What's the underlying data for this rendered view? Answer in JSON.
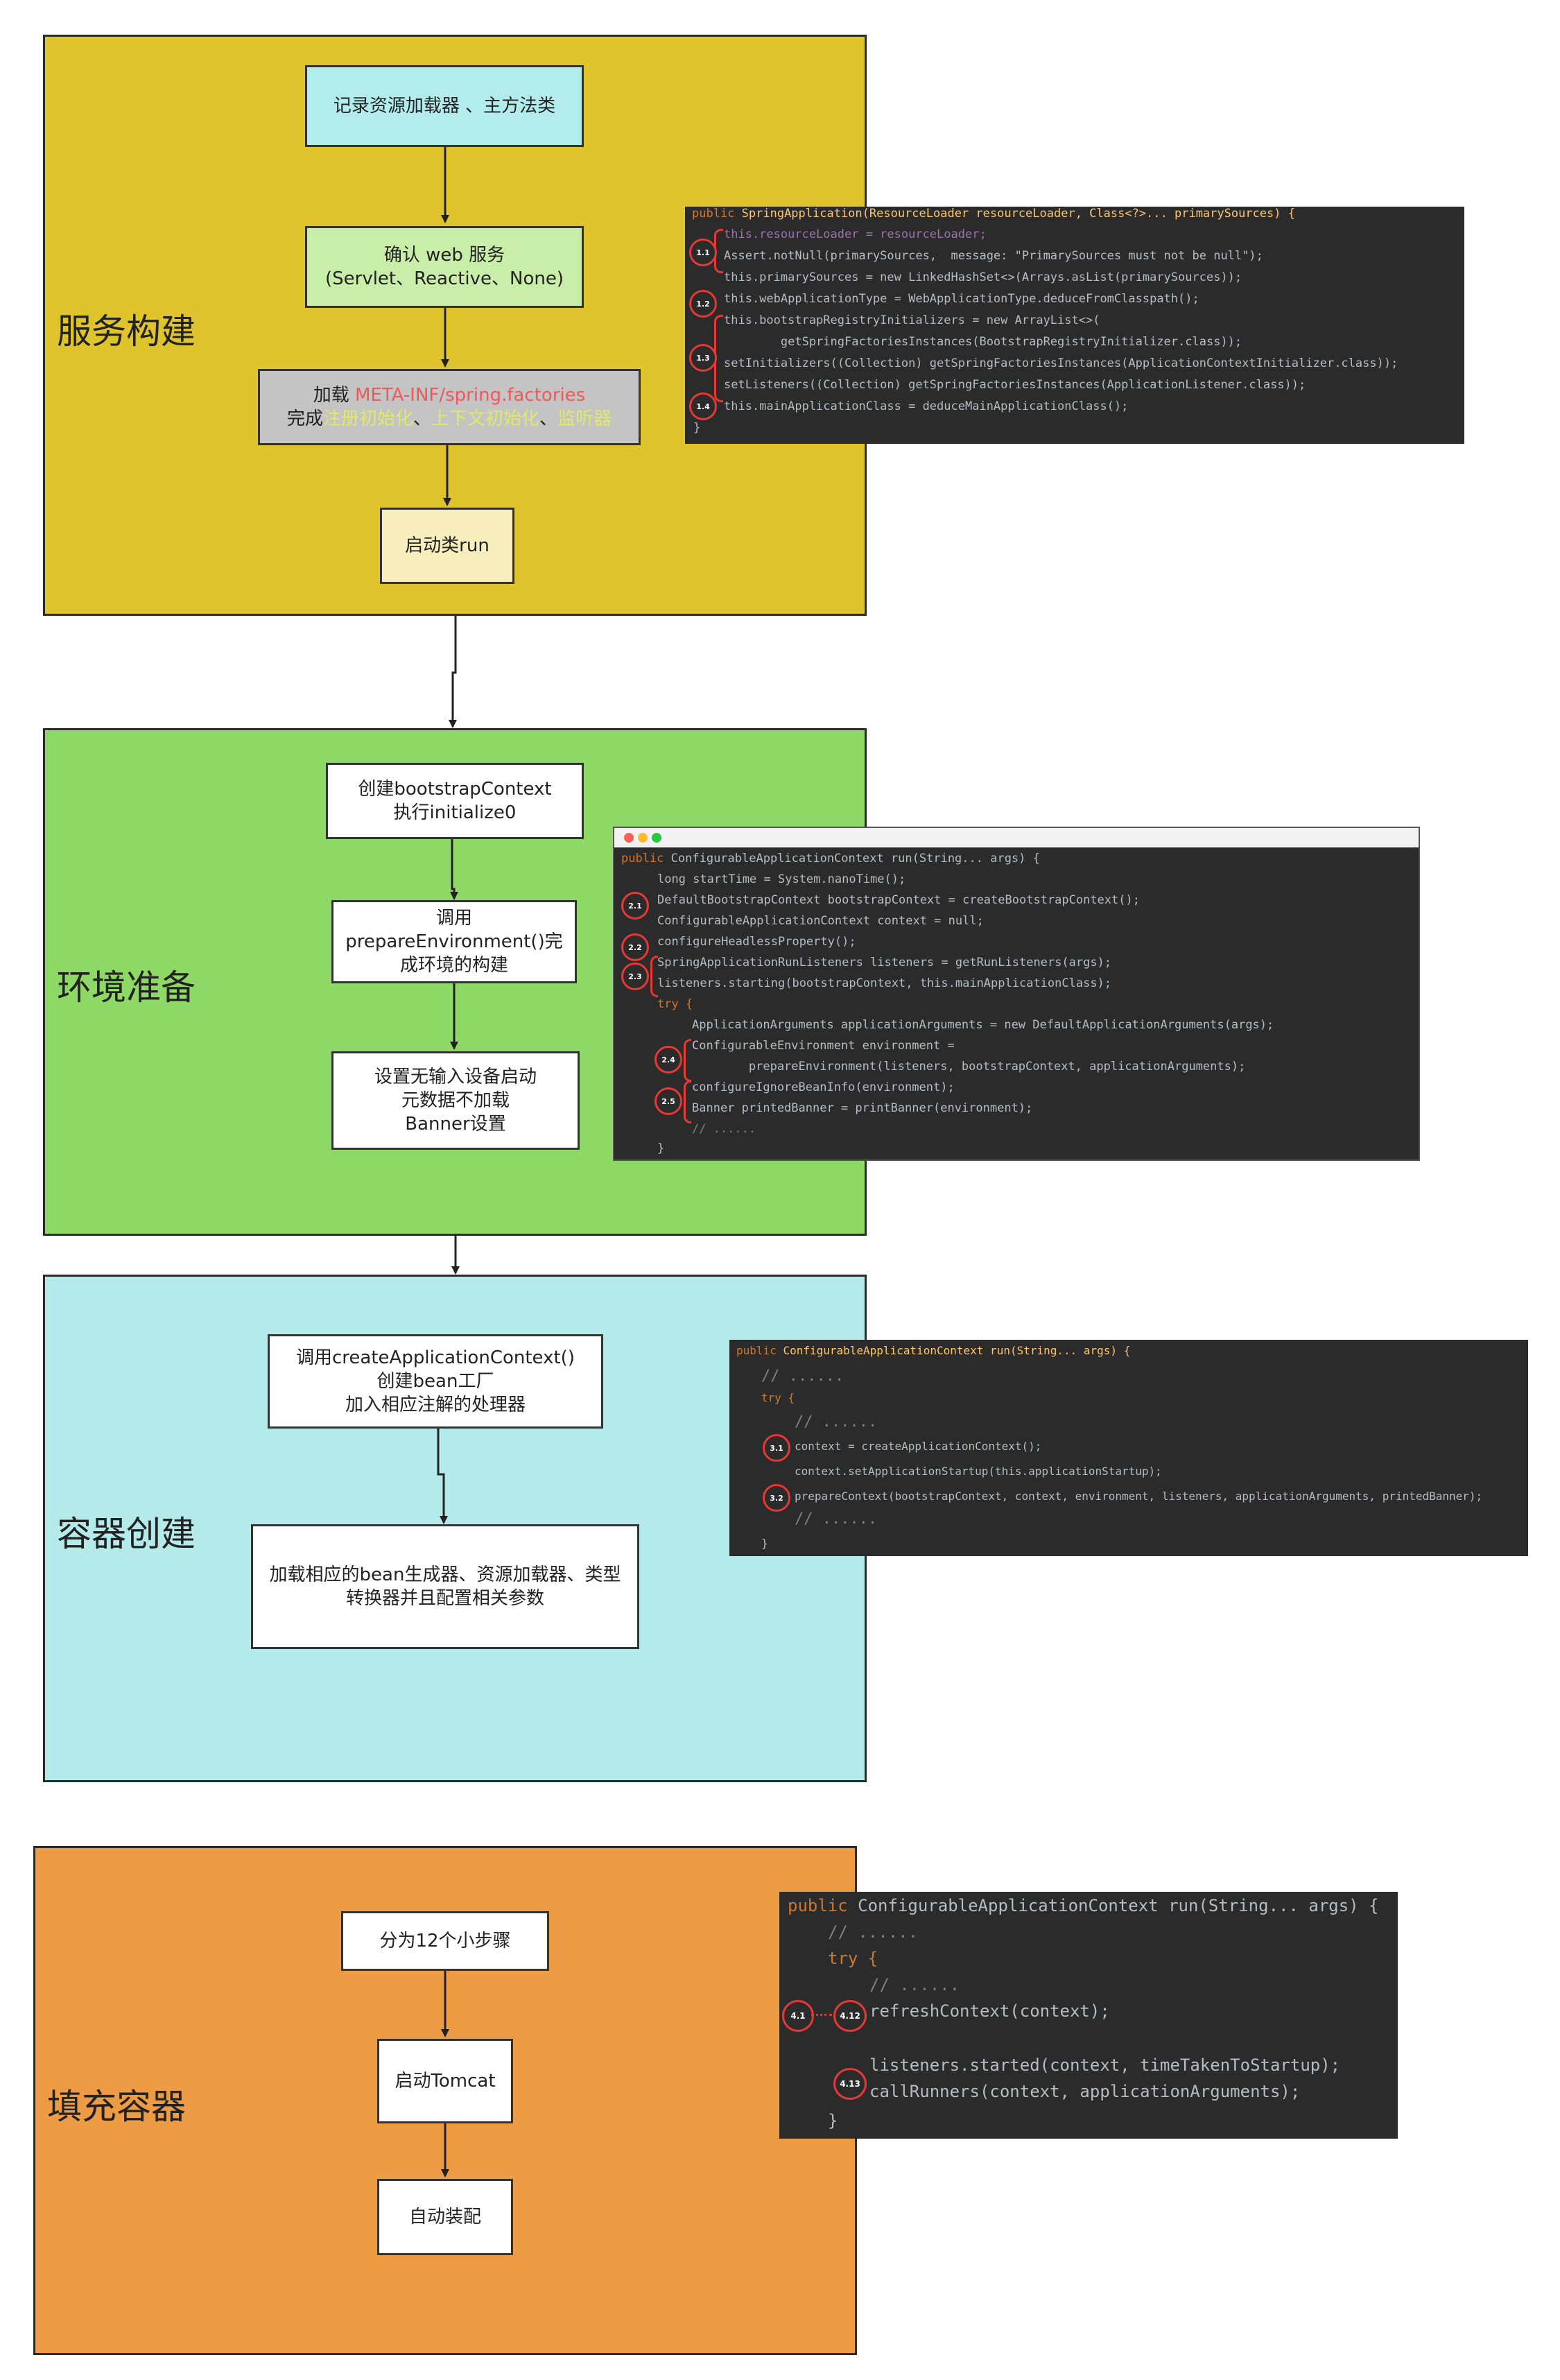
{
  "colors": {
    "stage1": "#e0c42e",
    "stage2": "#8ed865",
    "stage3": "#b5eaea",
    "stage4": "#ee9b45"
  },
  "stages": [
    {
      "title": "服务构建",
      "nodes": [
        {
          "lines": [
            "记录资源加载器 、主方法类"
          ]
        },
        {
          "lines": [
            "确认 web 服务",
            "(Servlet、Reactive、None)"
          ]
        },
        {
          "line1_prefix": "加载 ",
          "line1_highlight": "META-INF/spring.factories",
          "line2_prefix": "完成",
          "line2_items": [
            "注册初始化",
            "、",
            "上下文初始化",
            "、",
            "监听器"
          ]
        },
        {
          "lines": [
            "启动类run"
          ]
        }
      ]
    },
    {
      "title": "环境准备",
      "nodes": [
        {
          "lines": [
            "创建bootstrapContext",
            "执行initialize0"
          ]
        },
        {
          "lines": [
            "调用",
            "prepareEnvironment()完",
            "成环境的构建"
          ]
        },
        {
          "lines": [
            "设置无输入设备启动",
            "元数据不加载",
            "Banner设置"
          ]
        }
      ]
    },
    {
      "title": "容器创建",
      "nodes": [
        {
          "lines": [
            "调用createApplicationContext()",
            "创建bean工厂",
            "加入相应注解的处理器"
          ]
        },
        {
          "lines": [
            "加载相应的bean生成器、资源加载器、类型",
            "转换器并且配置相关参数"
          ]
        }
      ]
    },
    {
      "title": "填充容器",
      "nodes": [
        {
          "lines": [
            "分为12个小步骤"
          ]
        },
        {
          "lines": [
            "启动Tomcat"
          ]
        },
        {
          "lines": [
            "自动装配"
          ]
        }
      ]
    }
  ],
  "code1": {
    "lines": [
      "public SpringApplication(ResourceLoader resourceLoader, Class<?>... primarySources) {",
      "this.resourceLoader = resourceLoader;",
      "Assert.notNull(primarySources,  message: \"PrimarySources must not be null\");",
      "this.primarySources = new LinkedHashSet<>(Arrays.asList(primarySources));",
      "this.webApplicationType = WebApplicationType.deduceFromClasspath();",
      "this.bootstrapRegistryInitializers = new ArrayList<>(",
      "        getSpringFactoriesInstances(BootstrapRegistryInitializer.class));",
      "setInitializers((Collection) getSpringFactoriesInstances(ApplicationContextInitializer.class));",
      "setListeners((Collection) getSpringFactoriesInstances(ApplicationListener.class));",
      "this.mainApplicationClass = deduceMainApplicationClass();",
      "}"
    ],
    "badges": [
      "1.1",
      "1.2",
      "1.3",
      "1.4"
    ]
  },
  "code2": {
    "lines": [
      "public ConfigurableApplicationContext run(String... args) {",
      "long startTime = System.nanoTime();",
      "DefaultBootstrapContext bootstrapContext = createBootstrapContext();",
      "ConfigurableApplicationContext context = null;",
      "configureHeadlessProperty();",
      "SpringApplicationRunListeners listeners = getRunListeners(args);",
      "listeners.starting(bootstrapContext, this.mainApplicationClass);",
      "try {",
      "ApplicationArguments applicationArguments = new DefaultApplicationArguments(args);",
      "ConfigurableEnvironment environment =",
      "        prepareEnvironment(listeners, bootstrapContext, applicationArguments);",
      "configureIgnoreBeanInfo(environment);",
      "Banner printedBanner = printBanner(environment);",
      "// ......",
      "}"
    ],
    "badges": [
      "2.1",
      "2.2",
      "2.3",
      "2.4",
      "2.5"
    ]
  },
  "code3": {
    "lines": [
      "public ConfigurableApplicationContext run(String... args) {",
      "// ......",
      "try {",
      "// ......",
      "context = createApplicationContext();",
      "context.setApplicationStartup(this.applicationStartup);",
      "prepareContext(bootstrapContext, context, environment, listeners, applicationArguments, printedBanner);",
      "// ......",
      "}"
    ],
    "badges": [
      "3.1",
      "3.2"
    ]
  },
  "code4": {
    "lines": [
      "public ConfigurableApplicationContext run(String... args) {",
      "// ......",
      "try {",
      "// ......",
      "refreshContext(context);",
      "listeners.started(context, timeTakenToStartup);",
      "callRunners(context, applicationArguments);",
      "}"
    ],
    "badges": [
      "4.1",
      "4.12",
      "4.13"
    ]
  }
}
